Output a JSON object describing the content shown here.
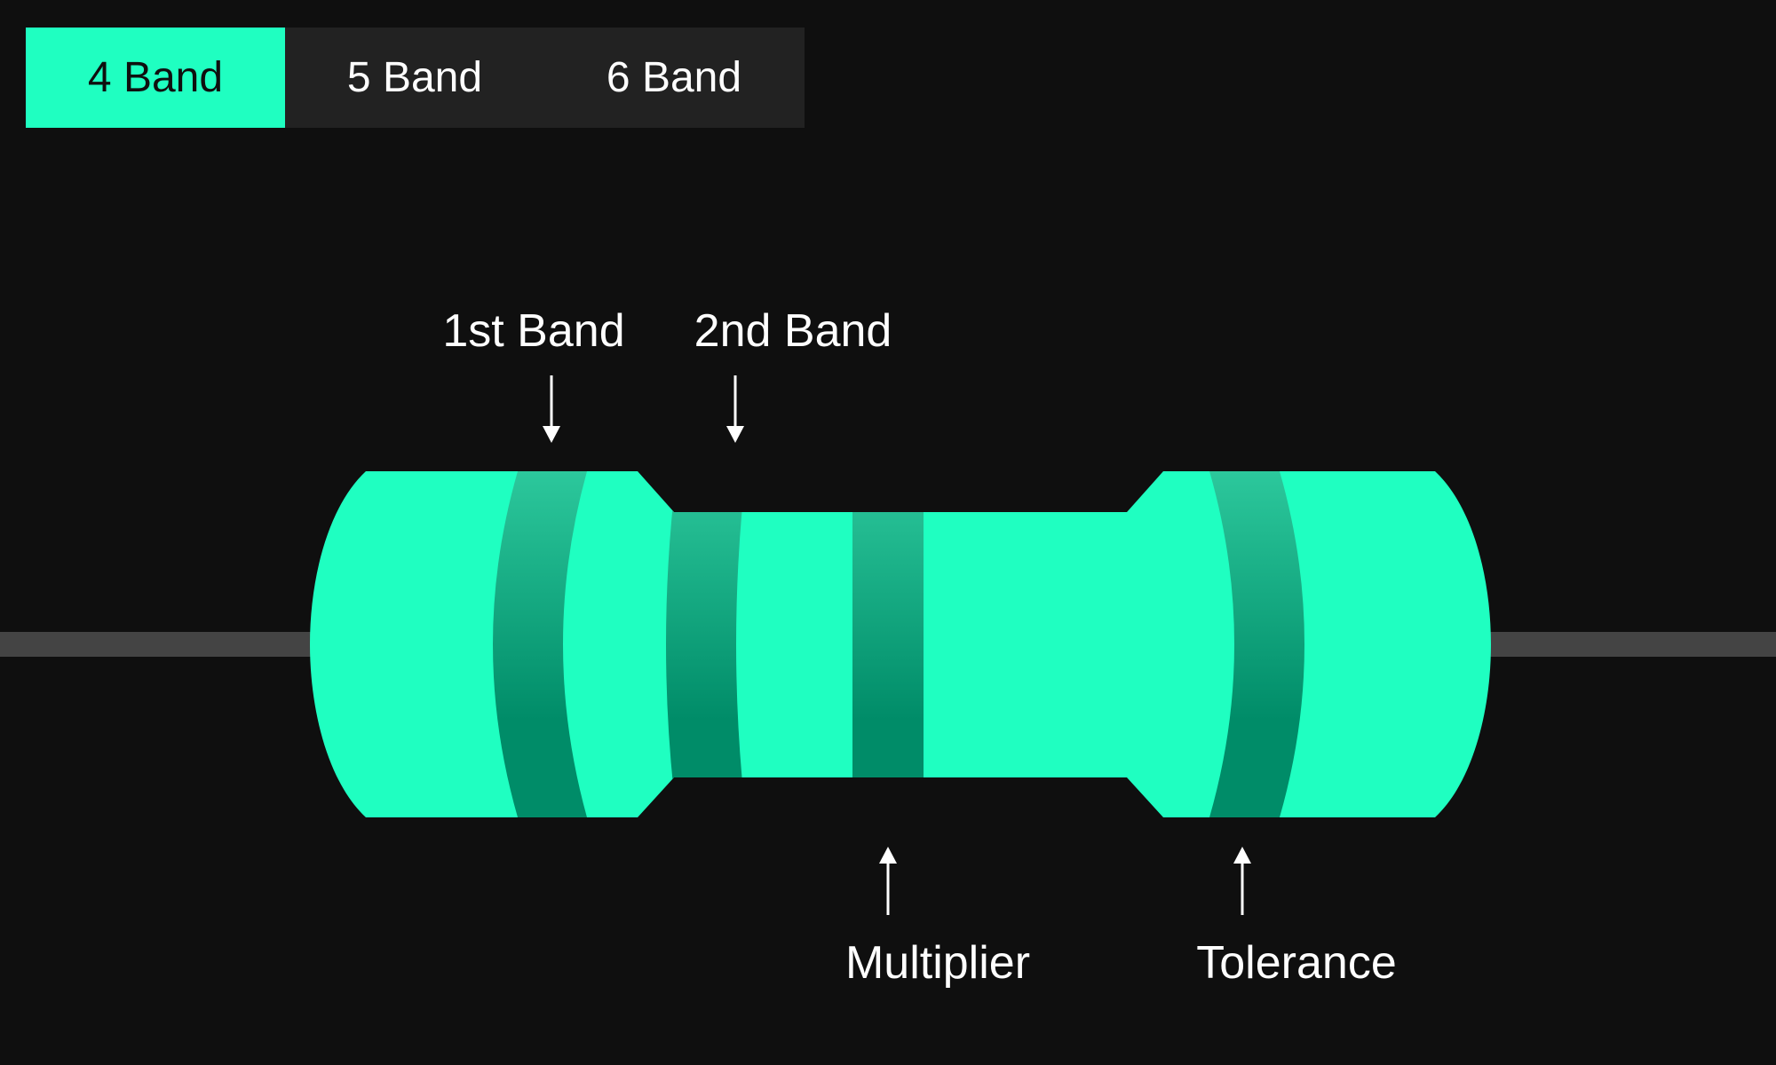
{
  "tabs": [
    {
      "label": "4 Band",
      "active": true
    },
    {
      "label": "5 Band",
      "active": false
    },
    {
      "label": "6 Band",
      "active": false
    }
  ],
  "diagram": {
    "labels": {
      "band1": "1st Band",
      "band2": "2nd Band",
      "multiplier": "Multiplier",
      "tolerance": "Tolerance"
    },
    "colors": {
      "background": "#0f0f0f",
      "body": "#1fffc1",
      "band_top": "#2cc89c",
      "band_bottom": "#008c68",
      "wire": "#444444",
      "tab_bar": "#222222"
    }
  }
}
